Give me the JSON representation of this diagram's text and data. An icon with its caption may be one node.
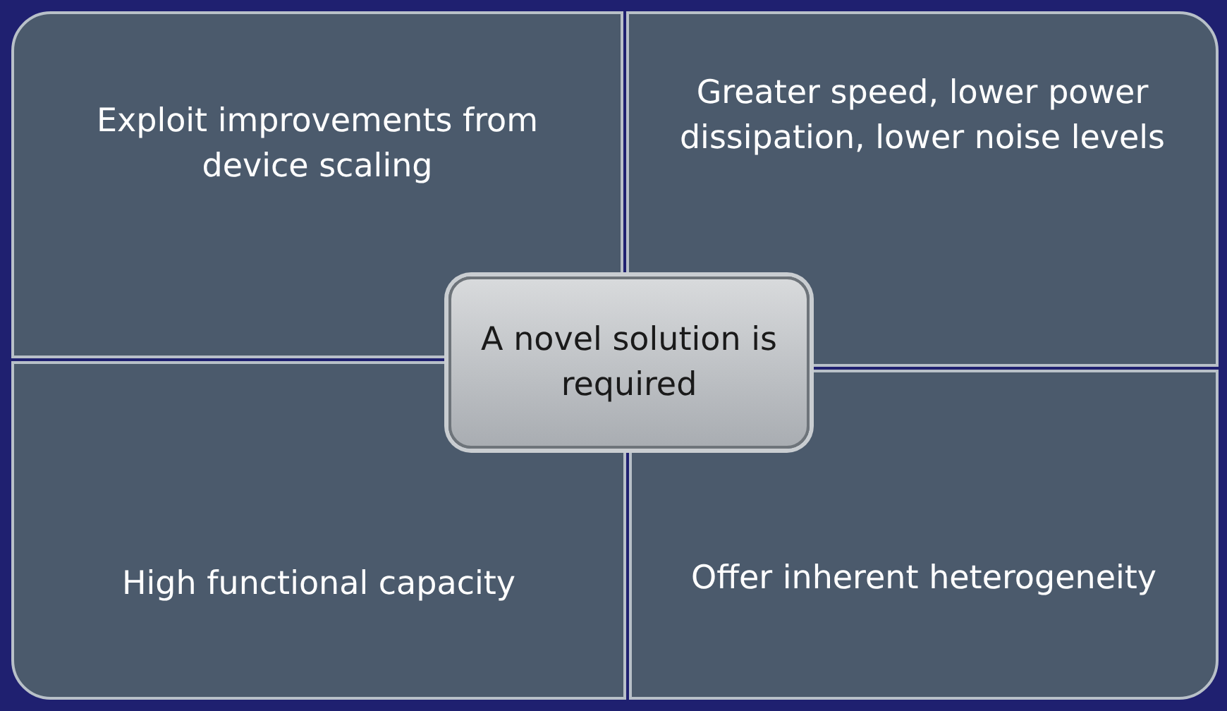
{
  "diagram": {
    "nodes": [
      {
        "text": [
          "Exploit improvements from device scaling"
        ]
      },
      {
        "text": [
          "Greater speed, lower power dissipation, lower noise levels"
        ]
      },
      {
        "text": [
          "A novel solution is required"
        ]
      },
      {
        "text": [
          "High functional capacity"
        ]
      },
      {
        "text": [
          "Offer inherent heterogeneity"
        ]
      }
    ]
  }
}
